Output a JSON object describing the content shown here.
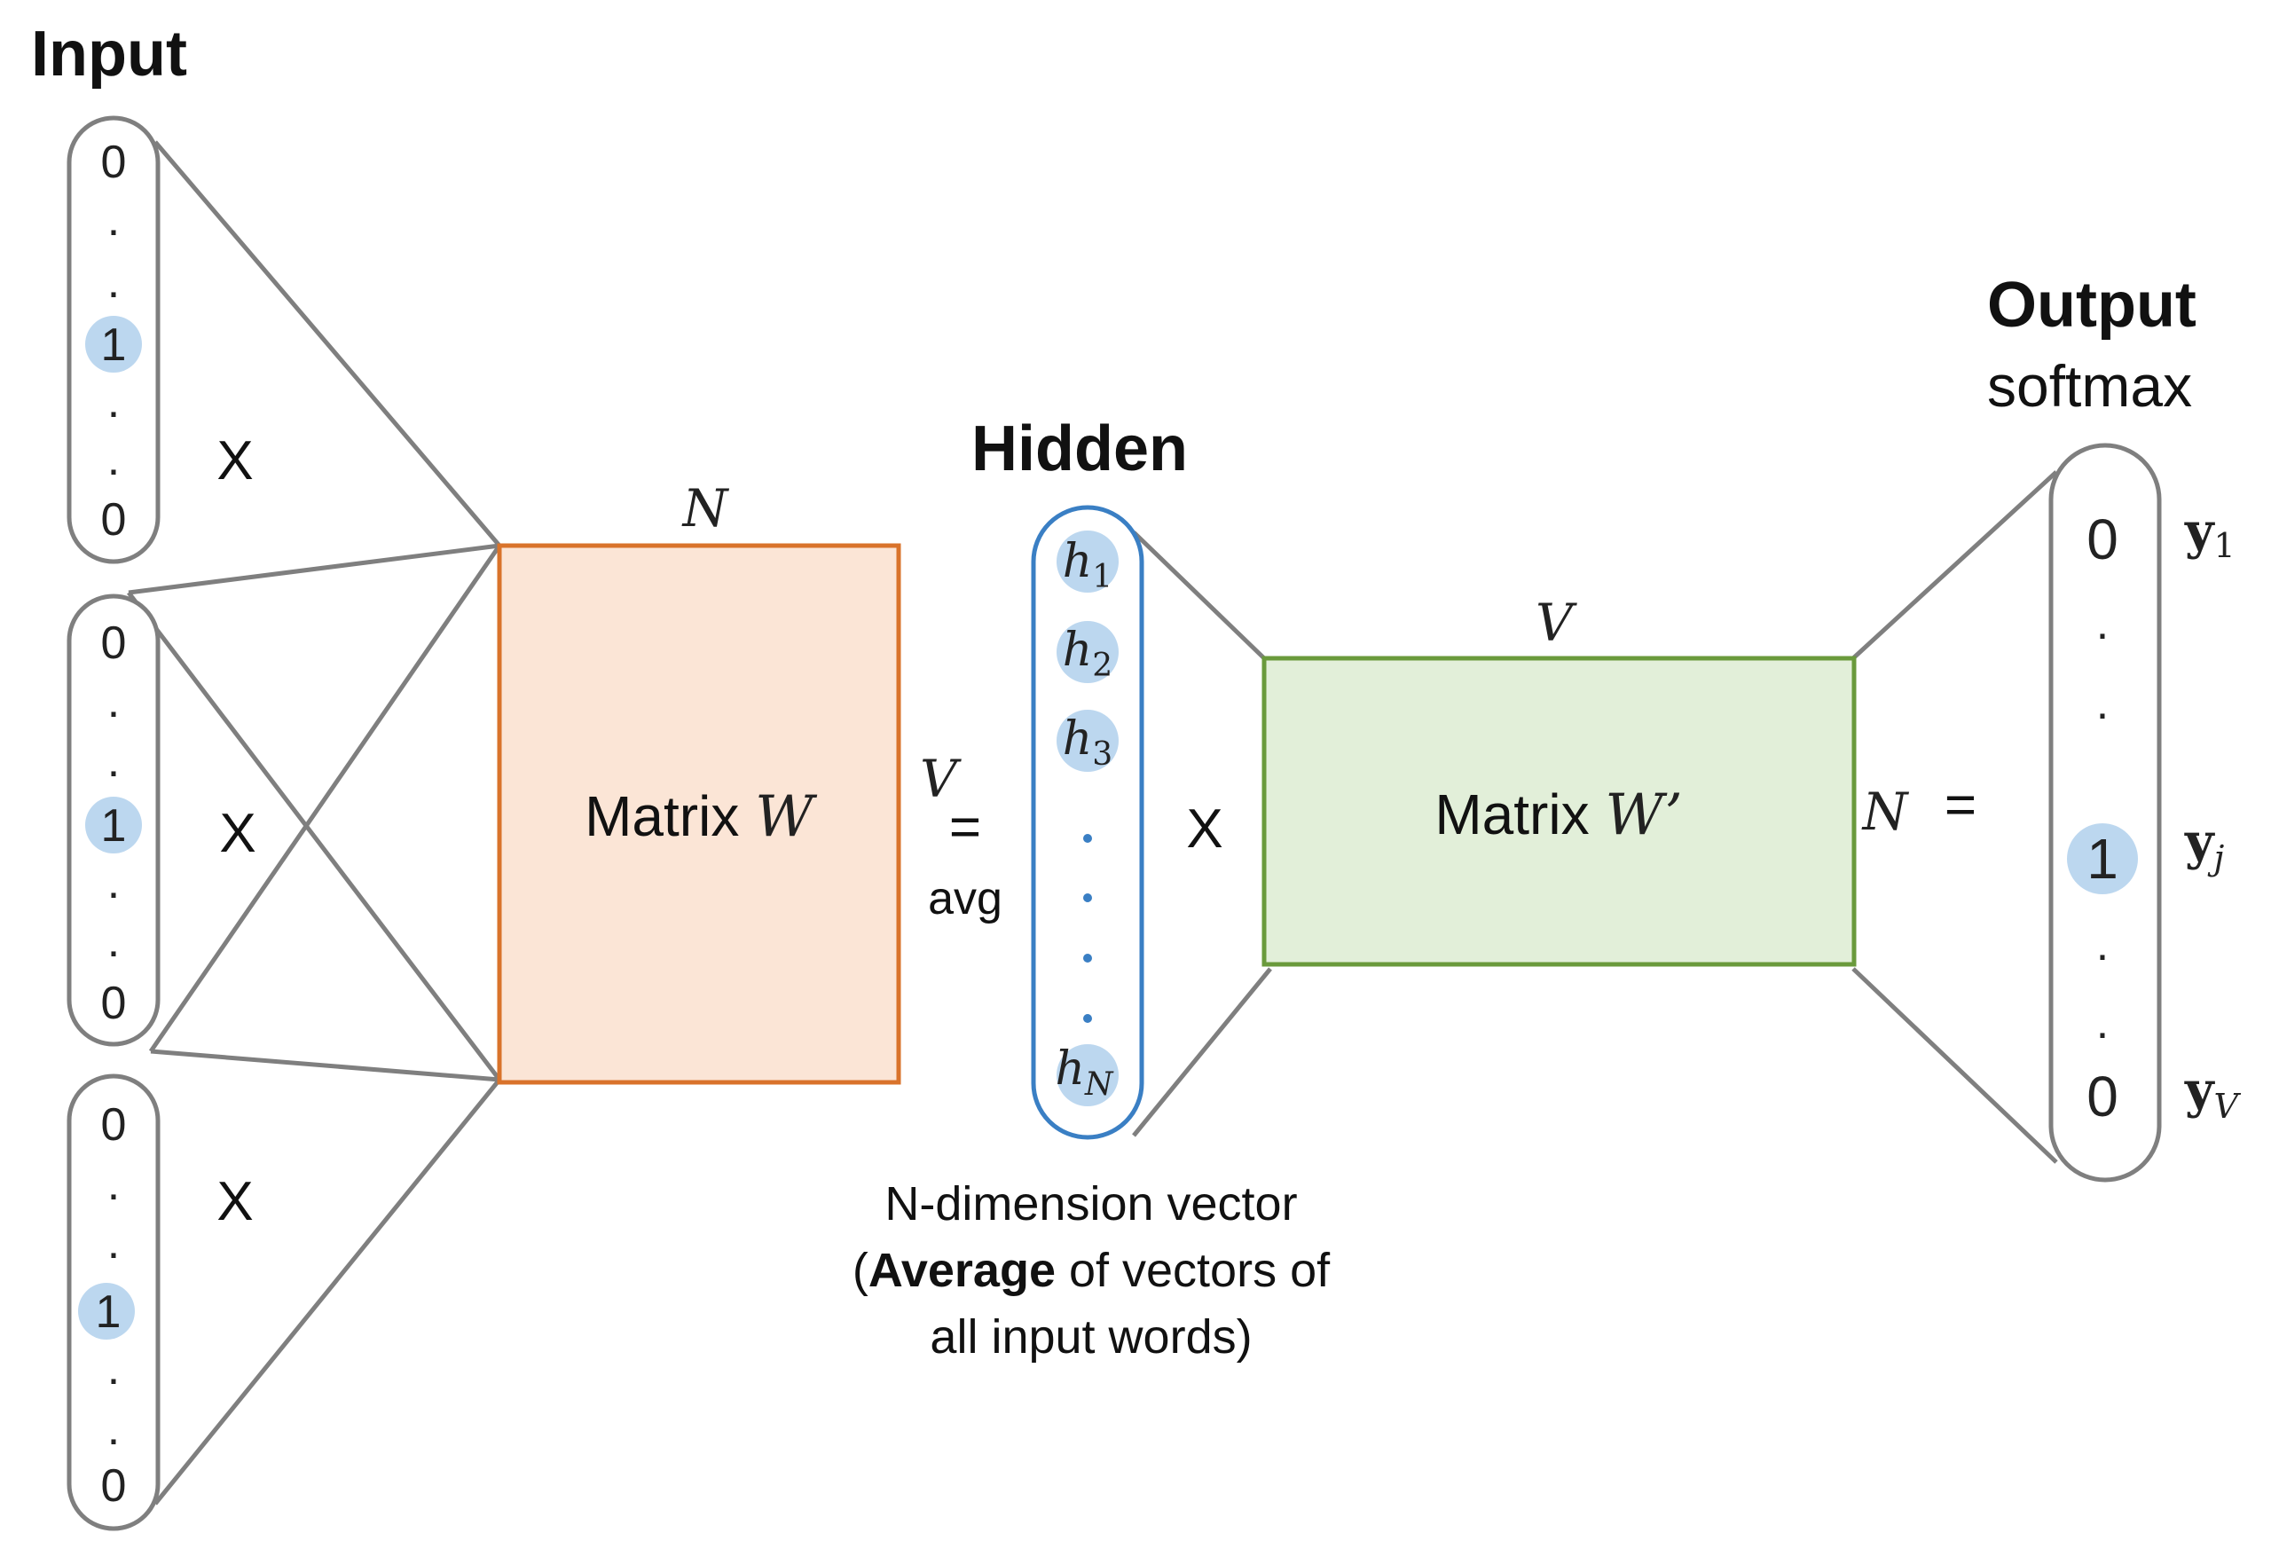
{
  "titles": {
    "input": "Input",
    "hidden": "Hidden",
    "output": "Output",
    "output_sub": "softmax"
  },
  "input_vectors": [
    {
      "top": "0",
      "one": "1",
      "bottom": "0"
    },
    {
      "top": "0",
      "one": "1",
      "bottom": "0"
    },
    {
      "top": "0",
      "one": "1",
      "bottom": "0"
    }
  ],
  "operators": {
    "times": "X",
    "equals": "=",
    "avg": "avg"
  },
  "matrix_w": {
    "label_text": "Matrix ",
    "label_symbol": "W",
    "top_dim": "N",
    "side_dim": "V"
  },
  "matrix_w_prime": {
    "label_text": "Matrix ",
    "label_symbol": "W’",
    "top_dim": "V",
    "side_dim": "N"
  },
  "hidden_vector": {
    "entries": [
      {
        "base": "h",
        "sub": "1"
      },
      {
        "base": "h",
        "sub": "2"
      },
      {
        "base": "h",
        "sub": "3"
      },
      {
        "base": "h",
        "sub": "N"
      }
    ],
    "caption_line1": "N-dimension vector",
    "caption_line2_open": "(",
    "caption_line2_bold": "Average",
    "caption_line2_rest": " of vectors of",
    "caption_line3": "all input words)"
  },
  "output_vector": {
    "top": "0",
    "one": "1",
    "bottom": "0",
    "labels": [
      {
        "base": "y",
        "sub": "1"
      },
      {
        "base": "y",
        "sub": "j"
      },
      {
        "base": "y",
        "sub": "V"
      }
    ]
  },
  "colors": {
    "matrix_w_fill": "#fbe5d6",
    "matrix_w_stroke": "#d9732b",
    "matrix_w_prime_fill": "#e2efd9",
    "matrix_w_prime_stroke": "#6a9a3c",
    "hidden_stroke": "#3a7fc4",
    "highlight": "#bcd7ef",
    "lines": "#7f7f7f",
    "hidden_dots": "#3a7fc4"
  }
}
